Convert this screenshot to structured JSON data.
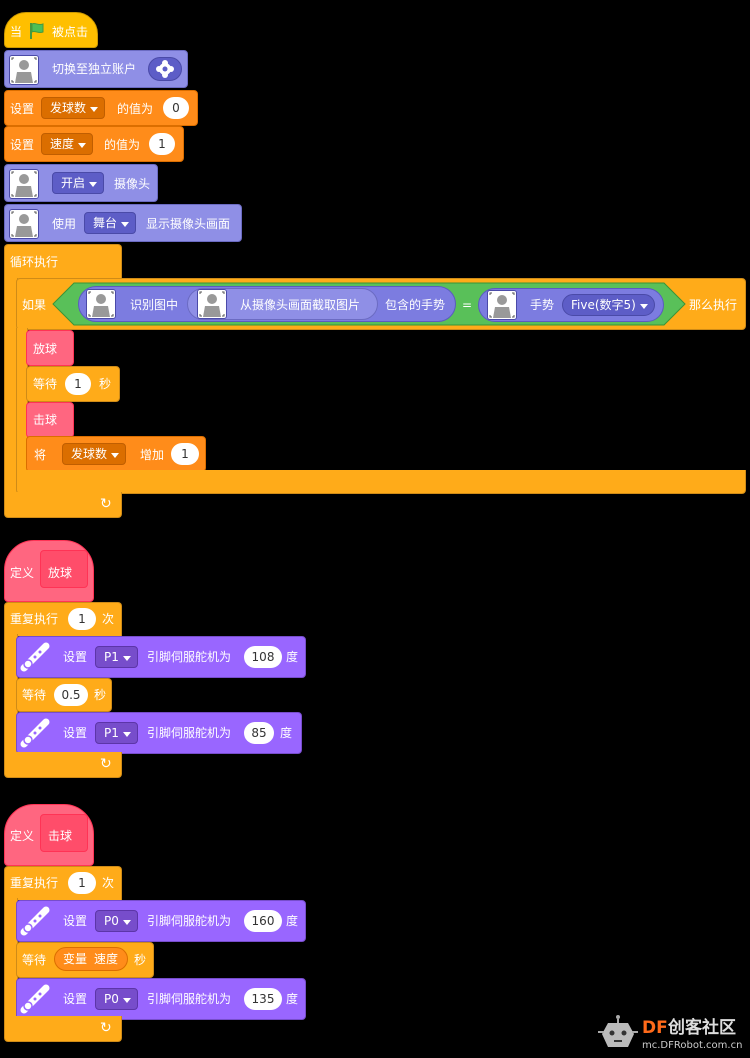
{
  "main": {
    "when_prefix": "当",
    "when_suffix": "被点击",
    "switch_account": "切换至独立账户",
    "set1": {
      "label": "设置",
      "var": "发球数",
      "of": "的值为",
      "value": "0"
    },
    "set2": {
      "label": "设置",
      "var": "速度",
      "of": "的值为",
      "value": "1"
    },
    "camera": {
      "state": "开启",
      "label": "摄像头"
    },
    "stage": {
      "use": "使用",
      "target": "舞台",
      "label": "显示摄像头画面"
    },
    "forever": "循环执行",
    "if_label": "如果",
    "then_label": "那么执行",
    "recognize": "识别图中",
    "capture": "从摄像头画面截取图片",
    "contains": "包含的手势",
    "equals": "=",
    "gesture_label": "手势",
    "gesture_value": "Five(数字5)",
    "serve": "放球",
    "wait": {
      "label": "等待",
      "value": "1",
      "unit": "秒"
    },
    "hit": "击球",
    "inc": {
      "label": "将",
      "var": "发球数",
      "op": "增加",
      "value": "1"
    }
  },
  "def_serve": {
    "define": "定义",
    "name": "放球",
    "repeat": {
      "label": "重复执行",
      "value": "1",
      "unit": "次"
    },
    "servo1": {
      "label": "设置",
      "pin": "P1",
      "desc": "引脚伺服舵机为",
      "value": "108",
      "unit": "度"
    },
    "wait": {
      "label": "等待",
      "value": "0.5",
      "unit": "秒"
    },
    "servo2": {
      "label": "设置",
      "pin": "P1",
      "desc": "引脚伺服舵机为",
      "value": "85",
      "unit": "度"
    }
  },
  "def_hit": {
    "define": "定义",
    "name": "击球",
    "repeat": {
      "label": "重复执行",
      "value": "1",
      "unit": "次"
    },
    "servo1": {
      "label": "设置",
      "pin": "P0",
      "desc": "引脚伺服舵机为",
      "value": "160",
      "unit": "度"
    },
    "wait": {
      "label": "等待",
      "reporter_label": "变量",
      "reporter_var": "速度",
      "unit": "秒"
    },
    "servo2": {
      "label": "设置",
      "pin": "P0",
      "desc": "引脚伺服舵机为",
      "value": "135",
      "unit": "度"
    }
  },
  "watermark": {
    "brand_df": "DF",
    "brand_cn": "创客社区",
    "url": "mc.DFRobot.com.cn"
  },
  "colors": {
    "events": "#ffbf00",
    "control": "#ffab19",
    "variables": "#ff8c1a",
    "extension": "#8f8fe6",
    "operators": "#59c059",
    "custom": "#ff6680",
    "pins": "#9966ff"
  }
}
